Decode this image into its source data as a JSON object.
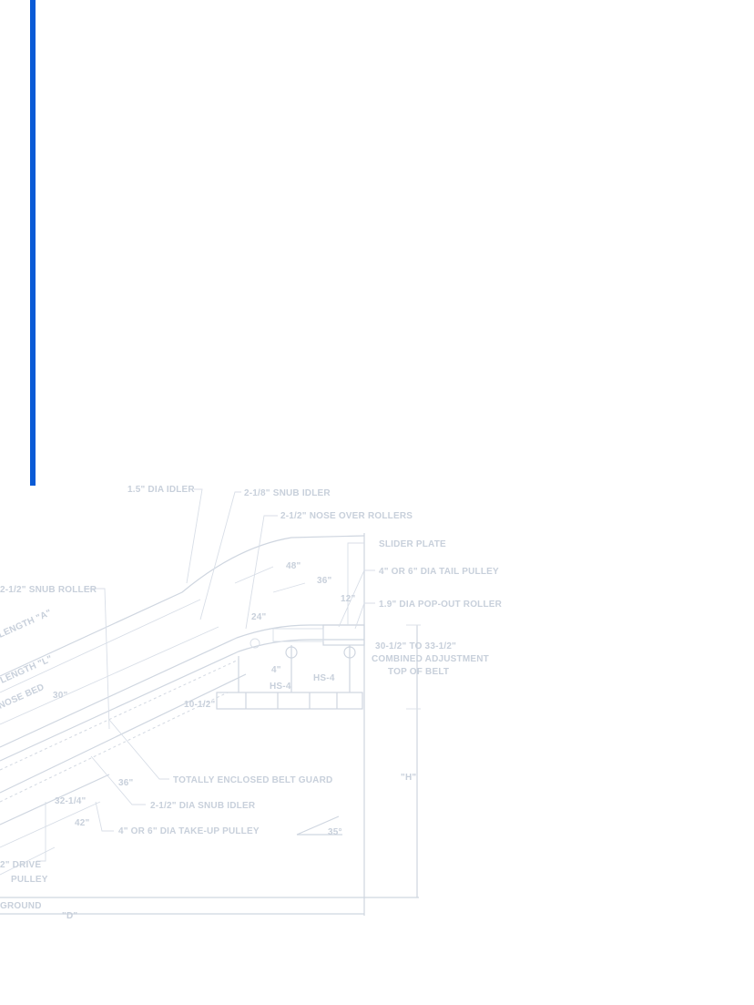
{
  "colors": {
    "accent": "#0a5bd6",
    "drawing_line": "#cfd6e0",
    "background": "#ffffff"
  },
  "labels": {
    "idler_15": "1.5\" DIA IDLER",
    "snub_2_1_8": "2-1/8\" SNUB IDLER",
    "nose_over": "2-1/2\" NOSE OVER ROLLERS",
    "slider_plate": "SLIDER PLATE",
    "tail_pulley": "4\" OR 6\" DIA TAIL PULLEY",
    "pop_out": "1.9\" DIA POP-OUT ROLLER",
    "snub_roller_left": "2-1/2\" SNUB ROLLER",
    "adjustment_line1": "30-1/2\" TO 33-1/2\"",
    "adjustment_line2": "COMBINED ADJUSTMENT",
    "adjustment_line3": "TOP OF BELT",
    "belt_guard": "TOTALLY ENCLOSED BELT GUARD",
    "snub_idler_lower": "2-1/2\" DIA SNUB IDLER",
    "takeup_pulley": "4\" OR 6\" DIA TAKE-UP PULLEY",
    "drive_pulley1": "2\" DRIVE",
    "drive_pulley2": "PULLEY",
    "length_a": "LENGTH \"A\"",
    "length_l": "LENGTH \"L\"",
    "nose_bed": "NOSE BED",
    "dim_48": "48\"",
    "dim_36": "36\"",
    "dim_12": "12\"",
    "dim_24": "24\"",
    "dim_30": "30\"",
    "dim_10_5": "10-1/2\"",
    "dim_4": "4\"",
    "hs4": "HS-4",
    "hs4b": "HS-4",
    "dim_32_1_4": "32-1/4\"",
    "dim_42": "42\"",
    "dim_36b": "36\"",
    "dim_h": "\"H\"",
    "dim_d": "\"D\"",
    "angle_35": "35°",
    "ground": "GROUND"
  }
}
